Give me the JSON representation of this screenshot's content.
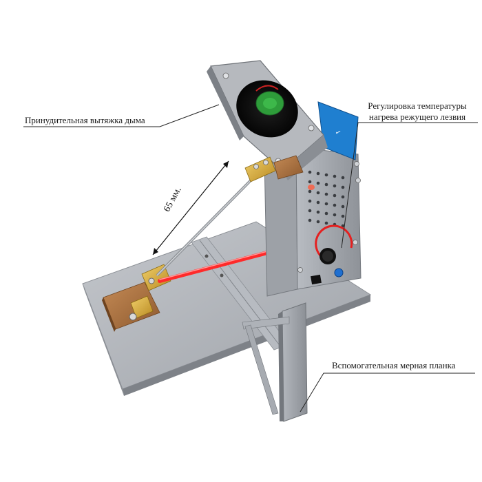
{
  "callouts": {
    "fume_extraction": "Принудительная вытяжка дыма",
    "temperature_line1": "Регулировка температуры",
    "temperature_line2": "нагрева режущего лезвия",
    "measuring_strip": "Вспомогательная мерная планка"
  },
  "dimension": {
    "label": "65 мм."
  },
  "colors": {
    "background": "#ffffff",
    "metal": "#a9adb3",
    "metal_dark": "#7d8288",
    "wood": "#b07a4a",
    "brass": "#d4a83a",
    "heated_wire": "#ff2a2a",
    "fan_blade": "#2e9c3a",
    "blue_panel": "#1f7fd0"
  },
  "icons": {
    "fan": "fan-icon",
    "knob": "knob-icon",
    "switch": "rocker-switch-icon"
  }
}
